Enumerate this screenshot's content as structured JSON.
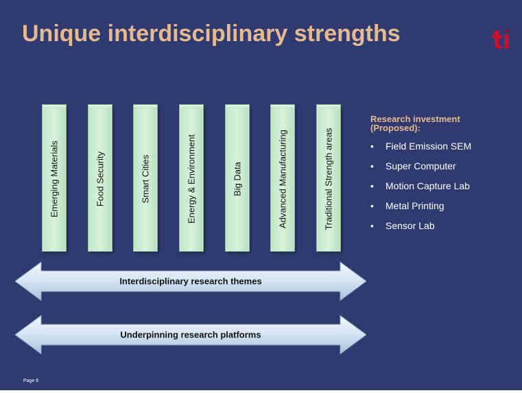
{
  "slide": {
    "title": "Unique interdisciplinary strengths",
    "logo": {
      "name": "ti-logo-icon",
      "colors": [
        "#c8102e",
        "#9a0e24"
      ]
    },
    "pillars": [
      "Emerging Materials",
      "Food Security",
      "Smart Cities",
      "Energy & Environment",
      "Big Data",
      "Advanced Manufacturing",
      "Traditional Strength areas"
    ],
    "arrows": [
      "Interdisciplinary research themes",
      "Underpinning research platforms"
    ],
    "research": {
      "heading_line1": "Research investment",
      "heading_line2": "(Proposed):",
      "items": [
        "Field Emission SEM",
        "Super Computer",
        "Motion Capture Lab",
        "Metal Printing",
        "Sensor Lab"
      ],
      "bullet": "•"
    },
    "page_number": "Page 6",
    "colors": {
      "background": "#2f3a70",
      "title": "#e7b98f",
      "pillar": "#c9ecce",
      "arrow": "#d6e4f3"
    }
  }
}
